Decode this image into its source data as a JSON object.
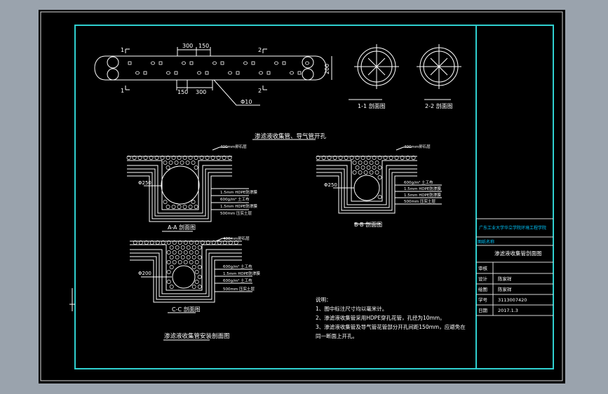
{
  "colors": {
    "background": "#9aa3ad",
    "canvas": "#000000",
    "frame": "#2fd0d0",
    "lines": "#ffffff",
    "title_block_text": "#00c8ff"
  },
  "pipe_plan": {
    "title": "渗滤液收集管、导气管开孔",
    "dim_top_300": "300",
    "dim_top_150": "150",
    "dim_bottom_150": "150",
    "dim_bottom_300": "300",
    "dim_height": "200",
    "hole_dia": "Φ10",
    "section_1_top": "1",
    "section_1_bottom": "1",
    "section_2_top": "2",
    "section_2_bottom": "2"
  },
  "circle_sections": {
    "s1_label": "1-1 剖面图",
    "s2_label": "2-2 剖面图"
  },
  "trench_sections": {
    "title": "渗滤液收集管安装剖面图",
    "a": {
      "label": "A-A 剖面图",
      "pipe_dia": "Φ250",
      "layer_top": "400mm卵石层",
      "layer_1": "1.5mm HDPE防渗膜",
      "layer_2": "600g/m² 土工布",
      "layer_3": "1.5mm HDPE防渗膜",
      "layer_4": "500mm 压实土层"
    },
    "b": {
      "label": "B-B 剖面图",
      "pipe_dia": "Φ250",
      "layer_top": "400mm卵石层",
      "layer_1": "600g/m² 土工布",
      "layer_2": "1.5mm HDPE防渗膜",
      "layer_3": "1.5mm HDPE防渗膜",
      "layer_4": "500mm 压实土层"
    },
    "c": {
      "label": "C-C 剖面图",
      "pipe_dia": "Φ200",
      "layer_top": "400mm卵石层",
      "layer_1": "600g/m² 土工布",
      "layer_2": "1.5mm HDPE防渗膜",
      "layer_3": "600g/m² 土工布",
      "layer_4": "500mm 压实土层"
    }
  },
  "notes": {
    "heading": "说明：",
    "line1": "1、图中标注尺寸均以毫米计。",
    "line2": "2、渗滤液收集管采用HDPE穿孔花管，孔径为10mm。",
    "line3": "3、渗滤液收集管及导气管花管部分开孔间距150mm，应避免在",
    "line4": "同一断面上开孔。"
  },
  "title_block": {
    "school": "广东工业大学华立学院环境工程学院",
    "drawing_tag": "图纸名称",
    "drawing_name": "渗滤液收集管剖面图",
    "row1_label": "审核",
    "row1_value": "",
    "row2_label": "设计",
    "row2_value": "陈家祥",
    "row3_label": "绘图",
    "row3_value": "陈家祥",
    "row4_label": "学号",
    "row4_value": "3113007420",
    "row5_label": "日期",
    "row5_value": "2017.1.3"
  }
}
